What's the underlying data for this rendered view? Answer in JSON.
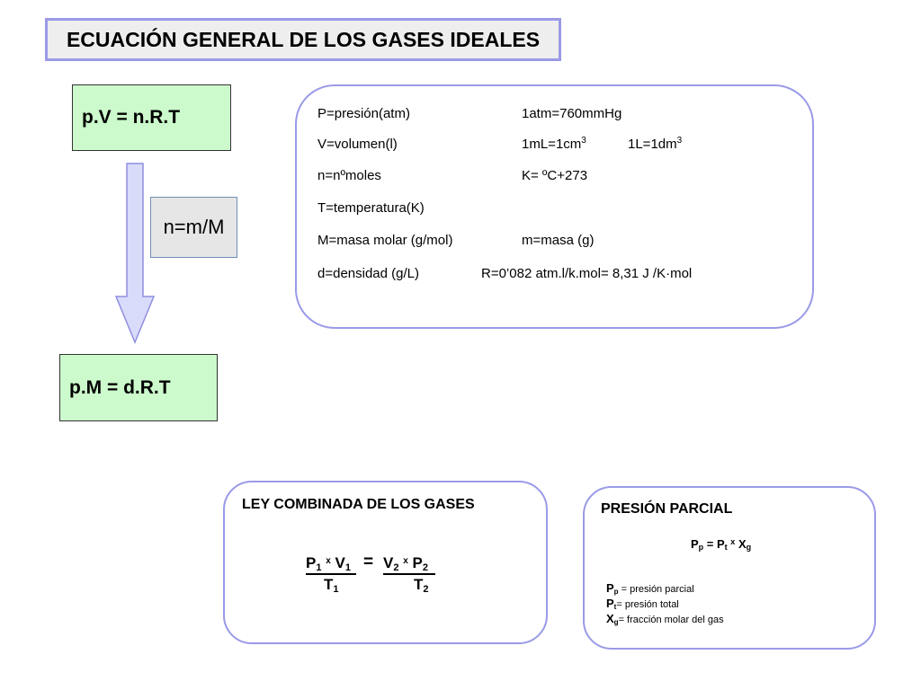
{
  "title": "ECUACIÓN GENERAL DE LOS GASES IDEALES",
  "eq1": "p.V = n.R.T",
  "eq2": "p.M = d.R.T",
  "substitution": "n=m/M",
  "definitions": {
    "pressure": "P=presión(atm)",
    "atm": "1atm=760mmHg",
    "volume": "V=volumen(l)",
    "ml_prefix": "1mL=1cm",
    "ml_exp": "3",
    "l_prefix": "1L=1dm",
    "l_exp": "3",
    "moles": "n=nºmoles",
    "kelvin": "K= ºC+273",
    "temperature": "T=temperatura(K)",
    "molar_mass": "M=masa molar (g/mol)",
    "mass": "m=masa (g)",
    "density": "d=densidad (g/L)",
    "R": "R=0’082 atm.l/k.mol= 8,31 J /K·mol"
  },
  "combined_law": {
    "title": "LEY COMBINADA DE LOS GASES",
    "p1": "P",
    "p1_sub": "1",
    "x1": "x",
    "v1": "V",
    "v1_sub": "1",
    "equals": "=",
    "v2": "V",
    "v2_sub": "2",
    "x2": "x",
    "p2": "P",
    "p2_sub": "2",
    "t1": "T",
    "t1_sub": "1",
    "t2": "T",
    "t2_sub": "2"
  },
  "partial_pressure": {
    "title": "PRESIÓN PARCIAL",
    "f_p": "P",
    "f_p_sub": "p",
    "f_eq": " = ",
    "f_pt": "P",
    "f_pt_sub": "t",
    "f_x": "x",
    "f_X": "X",
    "f_X_sub": "g",
    "l1_sym": "P",
    "l1_sub": "p",
    "l1_text": " = presión parcial",
    "l2_sym": "P",
    "l2_sub": "t",
    "l2_text": "= presión total",
    "l3_sym": "X",
    "l3_sub": "g",
    "l3_text": "= fracción molar del gas"
  },
  "colors": {
    "border_blue": "#9a9ae8",
    "green_fill": "#ccfacc",
    "arrow_fill": "#d9dbfb"
  }
}
